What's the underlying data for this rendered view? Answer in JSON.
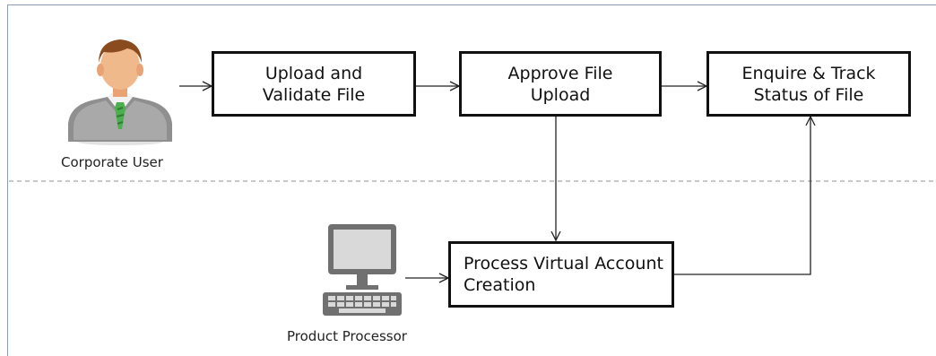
{
  "actors": {
    "corporate_user": "Corporate User",
    "product_processor": "Product Processor"
  },
  "steps": {
    "upload_validate": {
      "line1": "Upload and",
      "line2": "Validate File"
    },
    "approve": {
      "line1": "Approve File",
      "line2": "Upload"
    },
    "enquire": {
      "line1": "Enquire & Track",
      "line2": "Status of File"
    },
    "process": {
      "line1": "Process Virtual Account",
      "line2": "Creation"
    }
  },
  "icons": {
    "user": "user-avatar-icon",
    "computer": "desktop-computer-icon"
  },
  "colors": {
    "separator": "#b5b5b5",
    "frame": "#8a9bb5"
  }
}
